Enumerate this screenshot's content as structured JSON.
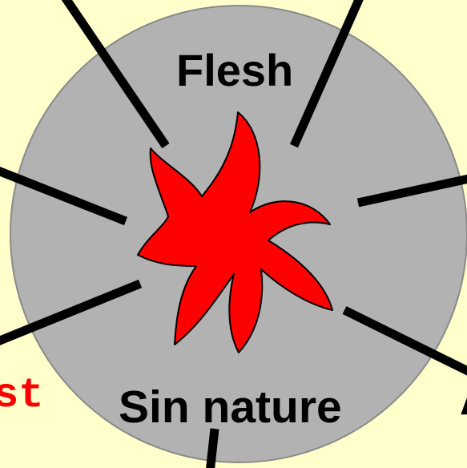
{
  "labels": {
    "top": "Flesh",
    "bottom": "Sin nature",
    "left_cut": "st",
    "right_cut": "A"
  },
  "colors": {
    "background": "#ffffcc",
    "circle_fill": "#b2b2b2",
    "circle_stroke": "#8a8a8a",
    "star_fill": "#ff0000",
    "lines": "#000000",
    "left_label": "#ff0000",
    "text": "#000000"
  },
  "icons": {
    "center_shape": "red-pinwheel-star",
    "spokes": "radiating-black-lines"
  }
}
